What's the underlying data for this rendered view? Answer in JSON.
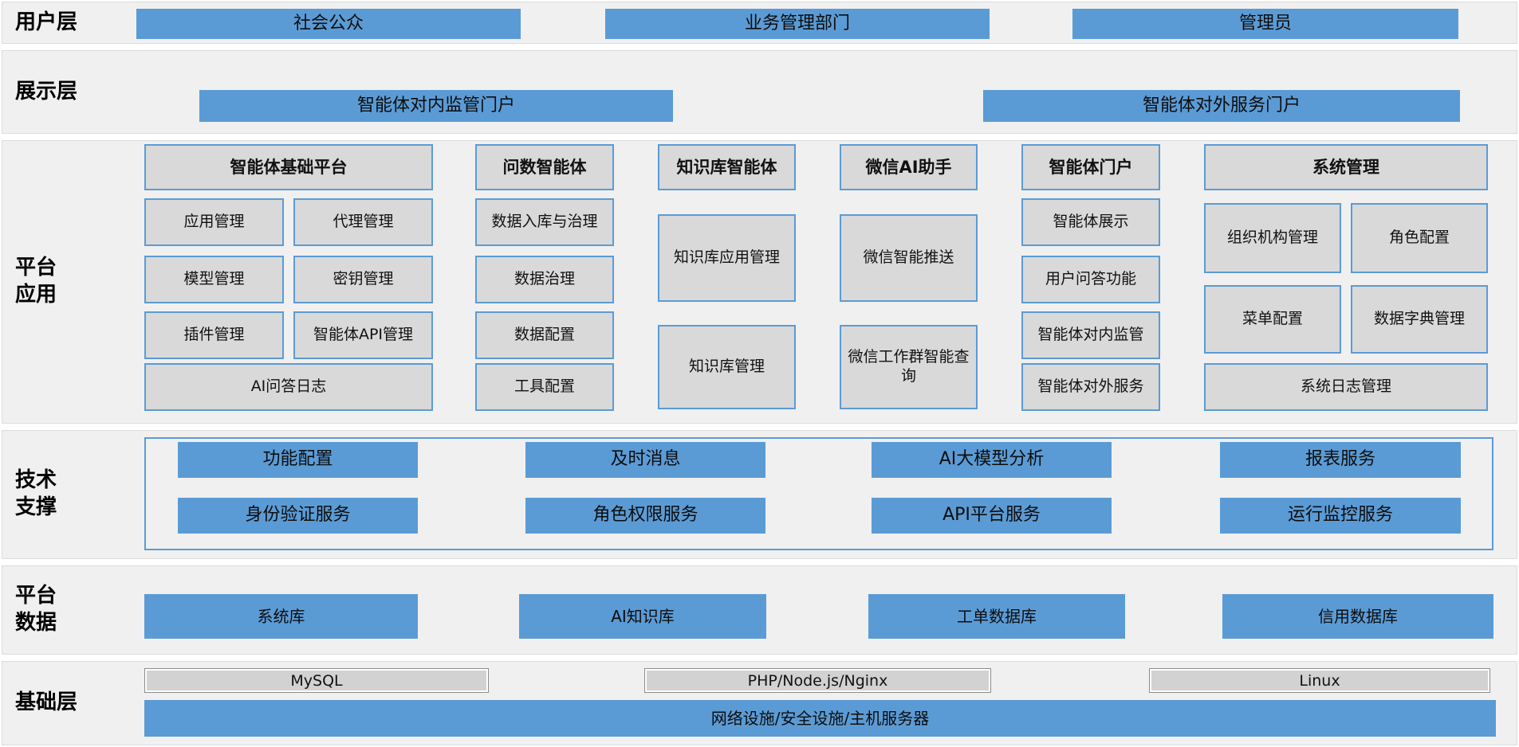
{
  "colors": {
    "accent_blue": "#5b9bd5",
    "box_gray": "#d9d9d9",
    "base_box_gray": "#d2d2d2",
    "section_bg": "#f0f0f0",
    "page_bg": "#ffffff",
    "text": "#000000"
  },
  "layers": {
    "user": {
      "label": "用户层",
      "boxes": [
        "社会公众",
        "业务管理部门",
        "管理员"
      ]
    },
    "display": {
      "label": "展示层",
      "boxes": [
        "智能体对内监管门户",
        "智能体对外服务门户"
      ]
    },
    "app": {
      "label": "平台应用",
      "columns": [
        {
          "header": "智能体基础平台",
          "items": [
            "应用管理",
            "代理管理",
            "模型管理",
            "密钥管理",
            "插件管理",
            "智能体API管理",
            "AI问答日志"
          ]
        },
        {
          "header": "问数智能体",
          "items": [
            "数据入库与治理",
            "数据治理",
            "数据配置",
            "工具配置"
          ]
        },
        {
          "header": "知识库智能体",
          "items": [
            "知识库应用管理",
            "知识库管理"
          ]
        },
        {
          "header": "微信AI助手",
          "items": [
            "微信智能推送",
            "微信工作群智能查询"
          ]
        },
        {
          "header": "智能体门户",
          "items": [
            "智能体展示",
            "用户问答功能",
            "智能体对内监管",
            "智能体对外服务"
          ]
        },
        {
          "header": "系统管理",
          "items": [
            "组织机构管理",
            "角色配置",
            "菜单配置",
            "数据字典管理",
            "系统日志管理"
          ]
        }
      ]
    },
    "tech": {
      "label": "技术支撑",
      "row1": [
        "功能配置",
        "及时消息",
        "AI大模型分析",
        "报表服务"
      ],
      "row2": [
        "身份验证服务",
        "角色权限服务",
        "API平台服务",
        "运行监控服务"
      ]
    },
    "data": {
      "label": "平台数据",
      "boxes": [
        "系统库",
        "AI知识库",
        "工单数据库",
        "信用数据库"
      ]
    },
    "base": {
      "label": "基础层",
      "tech_boxes": [
        "MySQL",
        "PHP/Node.js/Nginx",
        "Linux"
      ],
      "infra_box": "网络设施/安全设施/主机服务器"
    }
  }
}
